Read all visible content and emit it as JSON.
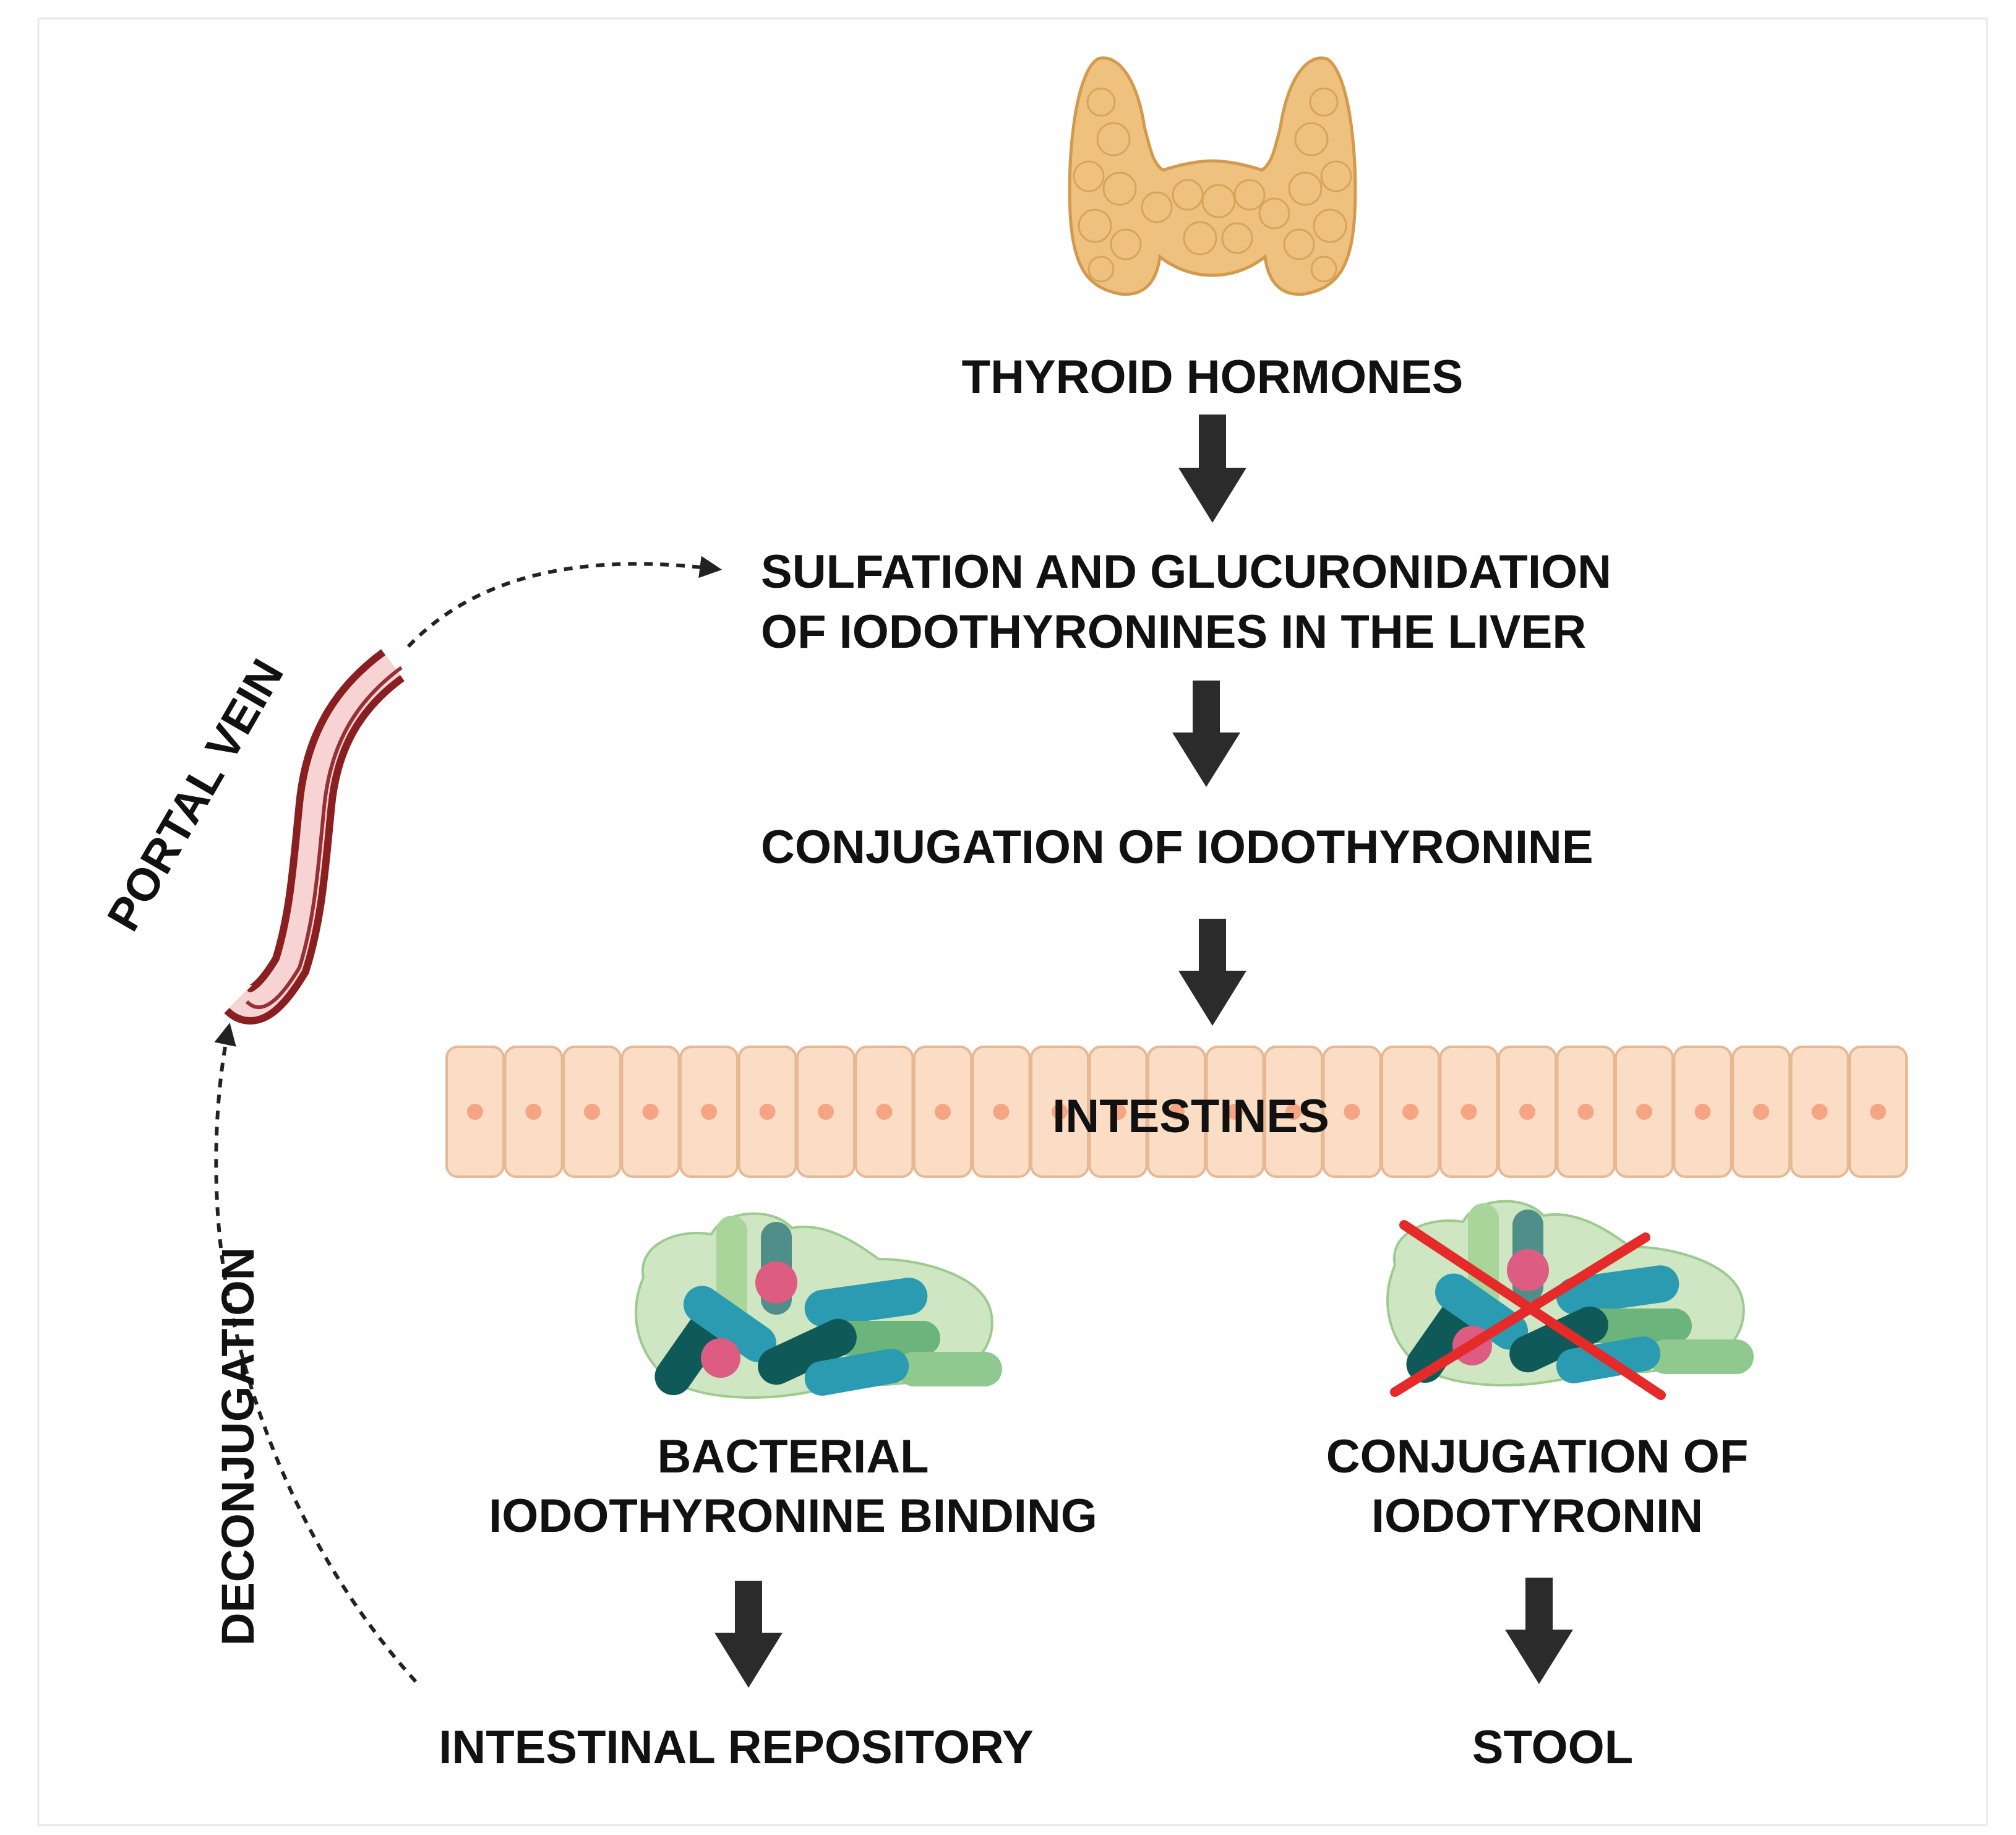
{
  "labels": {
    "thyroid_hormones": "THYROID HORMONES",
    "sulfation_line1": "SULFATION AND GLUCURONIDATION",
    "sulfation_line2": "OF IODOTHYRONINES IN THE LIVER",
    "conjugation": "CONJUGATION OF IODOTHYRONINE",
    "intestines": "INTESTINES",
    "bacterial_line1": "BACTERIAL",
    "bacterial_line2": "IODOTHYRONINE BINDING",
    "conj_iodotyronin_line1": "CONJUGATION OF",
    "conj_iodotyronin_line2": "IODOTYRONIN",
    "intestinal_repository": "INTESTINAL REPOSITORY",
    "stool": "STOOL",
    "portal_vein": "PORTAL VEIN",
    "deconjugation": "DECONJUGATION"
  },
  "colors": {
    "text": "#111111",
    "arrow": "#2b2b2b",
    "thyroid": "#efc17e",
    "thyroid_edge": "#d39a4e",
    "cell_fill": "#fbdcc4",
    "cell_edge": "#e6b893",
    "cell_nucleus": "#f5a583",
    "vein_fill": "#f8d3d3",
    "vein_edge": "#8a1f22",
    "biofilm": "#cfe6c2",
    "bact_dark": "#0f5a58",
    "bact_teal": "#2b9bb1",
    "bact_green": "#6bb57c",
    "bact_pink": "#dc5d81",
    "cross": "#e52a2a"
  },
  "icons": {
    "thyroid": "thyroid-gland-icon",
    "vein": "portal-vein-icon",
    "bacteria": "bacteria-cluster-icon",
    "cross": "red-cross-icon"
  }
}
